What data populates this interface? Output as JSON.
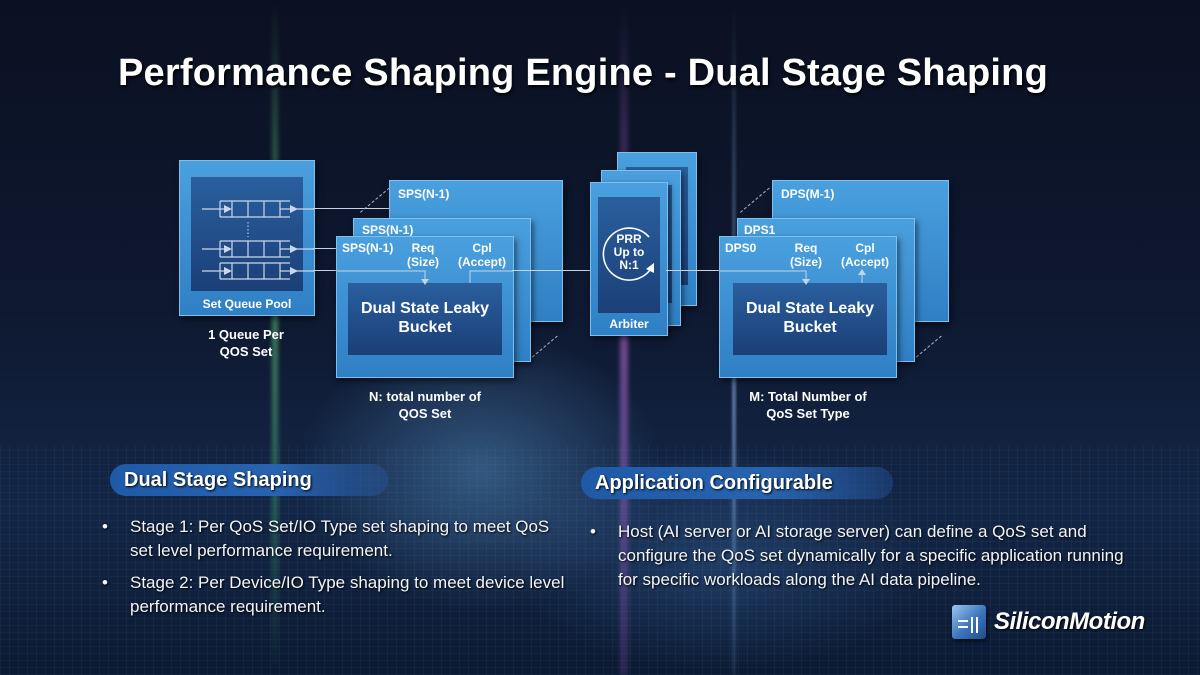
{
  "title": "Performance Shaping Engine - Dual Stage Shaping",
  "diagram": {
    "queue_pool": {
      "label": "Set Queue Pool",
      "caption_line1": "1 Queue Per",
      "caption_line2": "QOS Set",
      "ellipsis": "⋮"
    },
    "sps": {
      "back_label": "SPS(N-1)",
      "mid_label": "SPS(N-1)",
      "front_label": "SPS(N-1)",
      "req_line1": "Req",
      "req_line2": "(Size)",
      "cpl_line1": "Cpl",
      "cpl_line2": "(Accept)",
      "bucket_line1": "Dual State Leaky",
      "bucket_line2": "Bucket",
      "caption_line1": "N: total number of",
      "caption_line2": "QOS Set"
    },
    "arbiter": {
      "label": "Arbiter",
      "prr_line1": "PRR",
      "prr_line2": "Up to",
      "prr_line3": "N:1"
    },
    "dps": {
      "back_label": "DPS(M-1)",
      "mid_label": "DPS1",
      "front_label": "DPS0",
      "req_line1": "Req",
      "req_line2": "(Size)",
      "cpl_line1": "Cpl",
      "cpl_line2": "(Accept)",
      "bucket_line1": "Dual State Leaky",
      "bucket_line2": "Bucket",
      "caption_line1": "M: Total Number of",
      "caption_line2": "QoS Set Type"
    }
  },
  "left_section": {
    "heading": "Dual Stage Shaping",
    "bullets": [
      "Stage 1: Per QoS Set/IO Type set shaping to meet QoS set level performance requirement.",
      "Stage 2: Per  Device/IO Type shaping to meet device level performance requirement."
    ]
  },
  "right_section": {
    "heading": "Application Configurable",
    "bullets": [
      "Host (AI server or AI storage server) can define a QoS set and configure the QoS set dynamically for a specific application running for specific workloads along the AI data pipeline."
    ]
  },
  "bullet_char": "•",
  "logo": {
    "name": "SiliconMotion",
    "icon": "siliconmotion-cube-icon"
  }
}
